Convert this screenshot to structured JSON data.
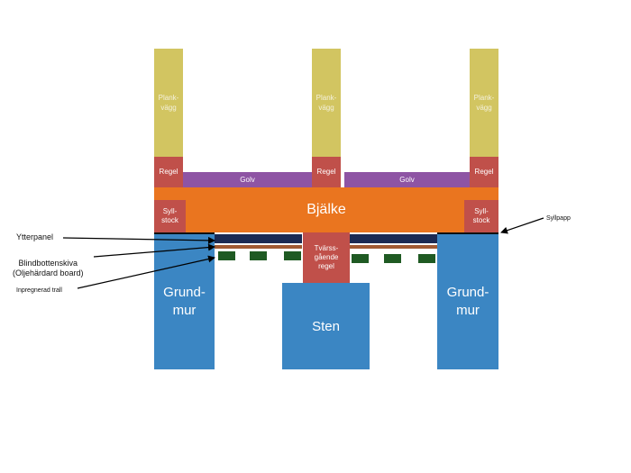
{
  "blocks": {
    "plank_left": "Plank-\nvägg",
    "plank_mid": "Plank-\nvägg",
    "plank_right": "Plank-\nvägg",
    "regel_left": "Regel",
    "regel_mid": "Regel",
    "regel_right": "Regel",
    "golv_left": "Golv",
    "golv_right": "Golv",
    "bjalke": "Bjälke",
    "syll_left": "Syll-\nstock",
    "syll_right": "Syll-\nstock",
    "tvars": "Tvärss-\ngående\nregel",
    "grund_left": "Grund-\nmur",
    "grund_right": "Grund-\nmur",
    "sten": "Sten"
  },
  "labels": {
    "ytterpanel": "Ytterpanel",
    "blindbotten": "Blindbottenskiva\n(Oljehärdard board)",
    "trall": "Inpregnerad trall",
    "syllpapp": "Syllpapp"
  },
  "colors": {
    "plank": "#d2c561",
    "regel": "#c0504a",
    "golv": "#8e54a4",
    "bjalke": "#ea751f",
    "grundmur": "#3b86c3",
    "ytterpanel": "#1b2a53",
    "board": "#a05a33",
    "trall": "#1f5a23"
  }
}
